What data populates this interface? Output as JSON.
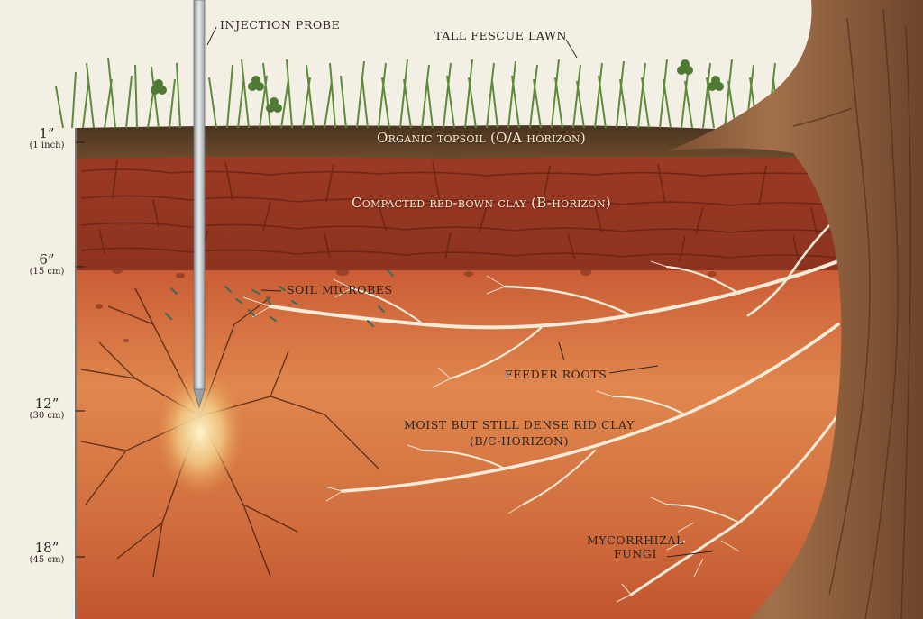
{
  "diagram": {
    "labels": {
      "injection_probe": "INJECTION PROBE",
      "tall_fescue_lawn": "TALL FESCUE LAWN",
      "organic_topsoil": "Organic topsoil (O/A horizon)",
      "compacted_clay": "Compacted red-bown clay (B-horizon)",
      "soil_microbes": "SOIL MICROBES",
      "feeder_roots": "FEEDER ROOTS",
      "moist_clay_line1": "MOIST BUT STILL DENSE RID CLAY",
      "moist_clay_line2": "(B/C-HORIZON)",
      "mycorrhizal_line1": "MYCORRHIZAL",
      "mycorrhizal_line2": "FUNGI"
    },
    "depths": [
      {
        "value": "1”",
        "unit": "(1 inch)"
      },
      {
        "value": "6”",
        "unit": "(15 cm)"
      },
      {
        "value": "12”",
        "unit": "(30 cm)"
      },
      {
        "value": "18”",
        "unit": "(45 cm)"
      }
    ],
    "colors": {
      "background": "#f4efe4",
      "topsoil": "#5a3f26",
      "clay": "#a8412a",
      "subsoil": "#d36a3a",
      "roots": "#f3ead8",
      "grass": "#5c8a3a",
      "probe": "#b9bcbf",
      "bark": "#8a5a3a"
    }
  }
}
